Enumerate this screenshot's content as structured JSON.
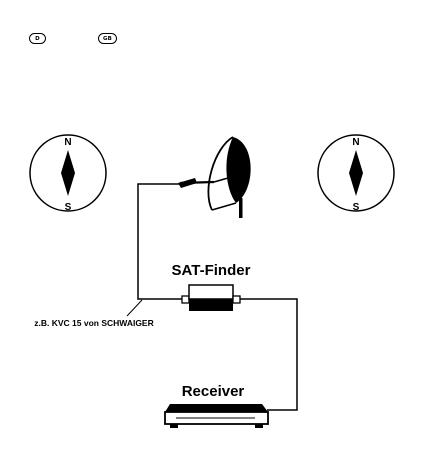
{
  "header": {
    "language_badges": [
      {
        "code": "D"
      },
      {
        "code": "GB"
      }
    ]
  },
  "diagram": {
    "compass_north_label": "N",
    "compass_south_label": "S",
    "sat_finder_label": "SAT-Finder",
    "cable_note": "z.B. KVC 15 von SCHWAIGER",
    "receiver_label": "Receiver"
  }
}
